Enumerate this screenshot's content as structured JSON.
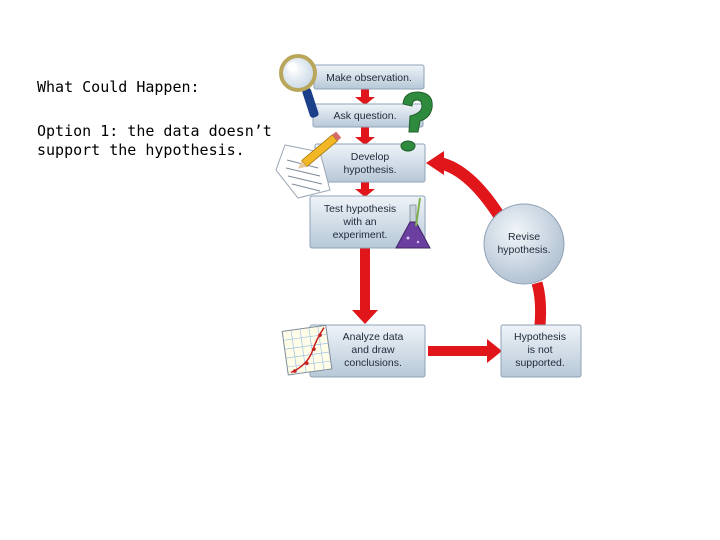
{
  "slide": {
    "heading": "What Could Happen:",
    "body": "Option 1: the data doesn’t support the hypothesis."
  },
  "diagram": {
    "steps": {
      "observe": [
        "Make observation."
      ],
      "ask": [
        "Ask question."
      ],
      "develop": [
        "Develop",
        "hypothesis."
      ],
      "test": [
        "Test hypothesis",
        "with an",
        "experiment."
      ],
      "analyze": [
        "Analyze data",
        "and draw",
        "conclusions."
      ],
      "not_supported": [
        "Hypothesis",
        "is not",
        "supported."
      ],
      "revise": [
        "Revise",
        "hypothesis."
      ]
    },
    "colors": {
      "box_top": "#e8eef4",
      "box_bottom": "#b9c9d8",
      "arrow": "#e0161b",
      "question_mark": "#2e8b3e",
      "flask": "#6a3fa0"
    },
    "icons": [
      "magnifier-icon",
      "question-mark-icon",
      "pencil-paper-icon",
      "flask-icon",
      "graph-icon"
    ]
  }
}
